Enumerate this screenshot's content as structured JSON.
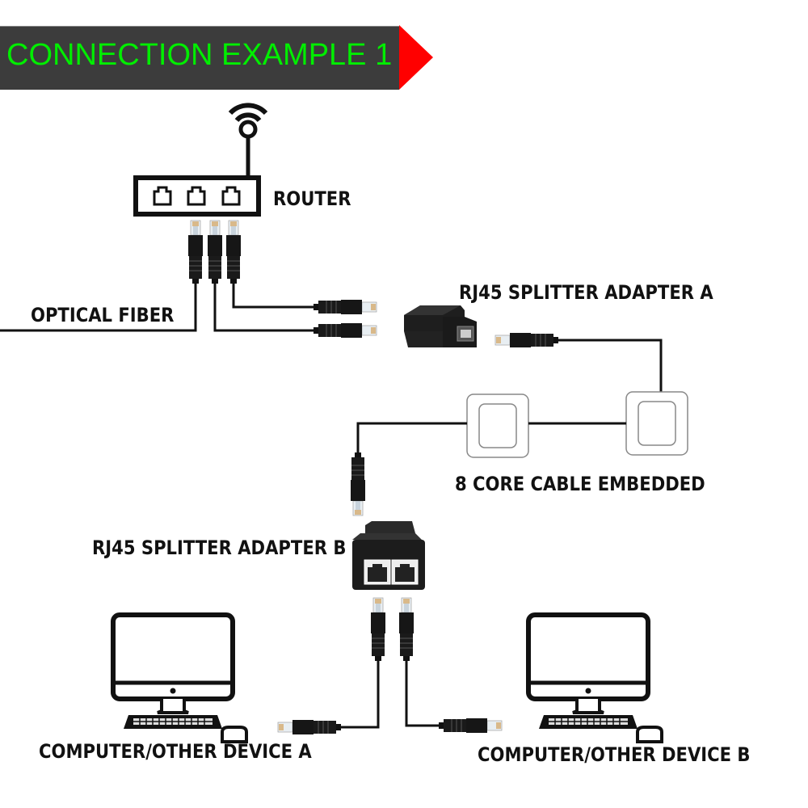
{
  "banner": {
    "title": "CONNECTION EXAMPLE 1",
    "text_color": "#00ee00",
    "background_color": "#3c3c3c",
    "arrow_color": "#ff0000"
  },
  "labels": {
    "router": "ROUTER",
    "optical_fiber": "OPTICAL FIBER",
    "splitter_a": "RJ45 SPLITTER ADAPTER A",
    "wall_plates": "8 CORE CABLE EMBEDDED",
    "splitter_b": "RJ45 SPLITTER ADAPTER B",
    "device_a": "COMPUTER/OTHER DEVICE A",
    "device_b": "COMPUTER/OTHER DEVICE B"
  },
  "icons": {
    "wifi": "wifi-antenna-icon",
    "router": "router-icon",
    "rj45_plug": "rj45-plug-icon",
    "splitter": "rj45-splitter-icon",
    "wall_plate": "wall-plate-icon",
    "computer": "desktop-computer-icon"
  },
  "router": {
    "port_count": 3
  },
  "splitter_b": {
    "port_count": 2
  }
}
